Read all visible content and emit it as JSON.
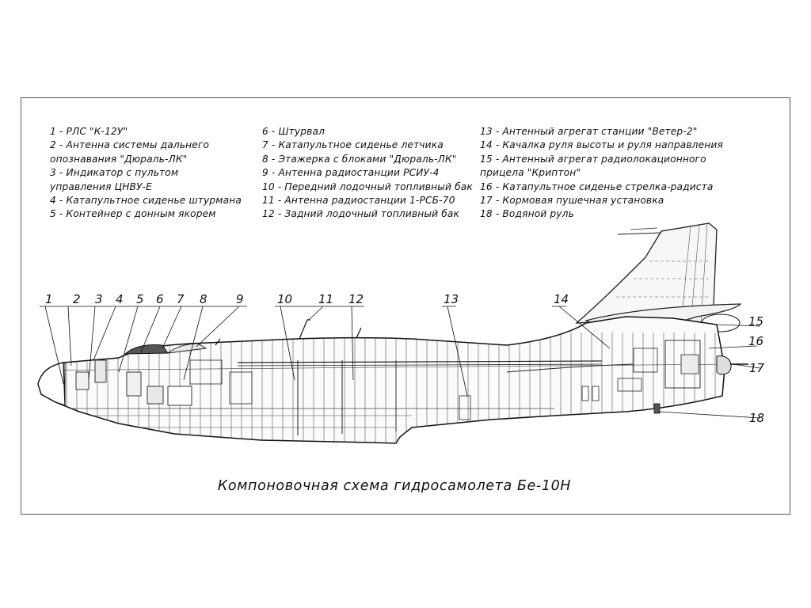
{
  "legend": {
    "col1": [
      "1 - РЛС \"К-12У\"",
      "2 - Антенна системы дальнего",
      "опознавания \"Дюраль-ЛК\"",
      "3 - Индикатор с пультом",
      "управления ЦНВУ-Е",
      "4 - Катапультное сиденье штурмана",
      "5 - Контейнер с донным якорем"
    ],
    "col2": [
      "6 - Штурвал",
      "7 - Катапультное сиденье летчика",
      "8 - Этажерка с блоками \"Дюраль-ЛК\"",
      "9 - Антенна радиостанции РСИУ-4",
      "10 - Передний лодочный топливный бак",
      "11 - Антенна радиостанции 1-РСБ-70",
      "12 - Задний лодочный топливный бак"
    ],
    "col3": [
      "13 - Антенный агрегат станции \"Ветер-2\"",
      "14 - Качалка руля высоты и руля направления",
      "15 - Антенный агрегат радиолокационного",
      "прицела \"Криптон\"",
      "16 - Катапультное сиденье стрелка-радиста",
      "17 - Кормовая пушечная установка",
      "18 - Водяной руль"
    ]
  },
  "callouts": {
    "n1": "1",
    "n2": "2",
    "n3": "3",
    "n4": "4",
    "n5": "5",
    "n6": "6",
    "n7": "7",
    "n8": "8",
    "n9": "9",
    "n10": "10",
    "n11": "11",
    "n12": "12",
    "n13": "13",
    "n14": "14",
    "n15": "15",
    "n16": "16",
    "n17": "17",
    "n18": "18"
  },
  "caption": "Компоновочная схема гидросамолета Бе-10Н"
}
